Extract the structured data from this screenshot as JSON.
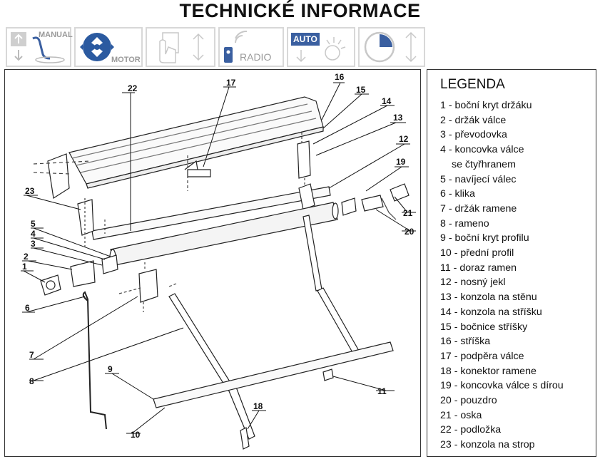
{
  "header": {
    "title": "TECHNICKÉ INFORMACE"
  },
  "control_icons": [
    {
      "id": "manual",
      "label": "MANUAL",
      "icon": "manual-crank-icon",
      "active": false
    },
    {
      "id": "motor",
      "label": "MOTOR",
      "icon": "motor-icon",
      "active": true
    },
    {
      "id": "switch",
      "label": "",
      "icon": "wall-switch-icon",
      "active": false
    },
    {
      "id": "radio",
      "label": "RADIO",
      "icon": "radio-remote-icon",
      "active": false
    },
    {
      "id": "auto",
      "label": "AUTO",
      "icon": "auto-sensor-icon",
      "active": true
    },
    {
      "id": "timer",
      "label": "",
      "icon": "timer-icon",
      "active": false
    }
  ],
  "legend": {
    "title": "LEGENDA",
    "items": [
      "1 - boční kryt držáku",
      "2 - držák válce",
      "3 - převodovka",
      "4 - koncovka válce",
      "se čtyřhranem",
      "5 - navíjecí válec",
      "6 - klika",
      "7 - držák ramene",
      "8 - rameno",
      "9 - boční kryt profilu",
      "10 - přední profil",
      "11 - doraz ramen",
      "12 - nosný jekl",
      "13 - konzola na stěnu",
      "14 - konzola na stříšku",
      "15 - bočnice stříšky",
      "16 - stříška",
      "17 - podpěra válce",
      "18 - konektor ramene",
      "19 - koncovka válce s dírou",
      "20 - pouzdro",
      "21 - oska",
      "22 - podložka",
      "23 - konzola na strop"
    ]
  },
  "diagram": {
    "callouts": [
      "1",
      "2",
      "3",
      "4",
      "5",
      "6",
      "7",
      "8",
      "9",
      "10",
      "11",
      "12",
      "13",
      "14",
      "15",
      "16",
      "17",
      "18",
      "19",
      "20",
      "21",
      "22",
      "23"
    ]
  },
  "colors": {
    "frame": "#333333",
    "icon_grey": "#c8c8c8",
    "motor_blue": "#2b5aa0",
    "auto_blue": "#3a5fa0"
  }
}
